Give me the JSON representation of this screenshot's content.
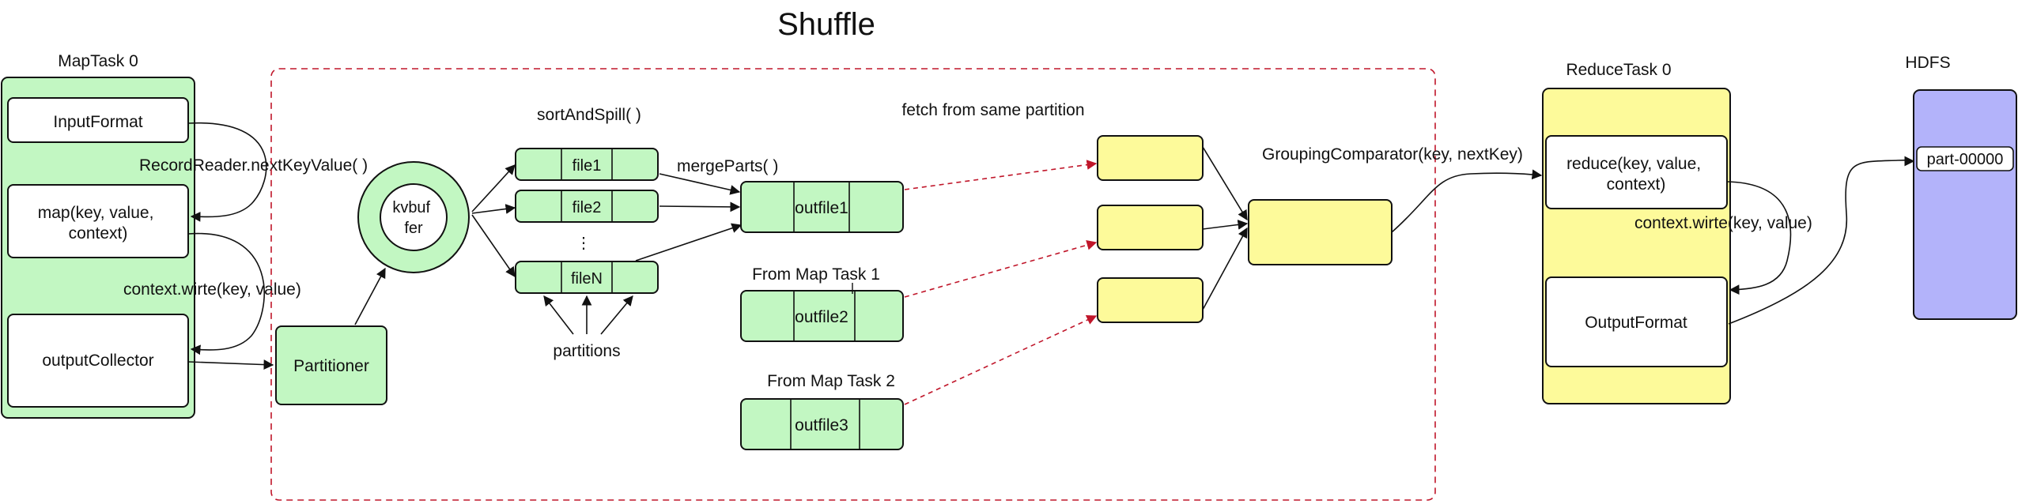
{
  "title": "Shuffle",
  "map_task": {
    "label": "MapTask 0",
    "input_format": "InputFormat",
    "map_func": [
      "map(key, value,",
      "context)"
    ],
    "output_collector": "outputCollector",
    "record_reader_label": "RecordReader.nextKeyValue( )",
    "context_write_label": "context.wirte(key, value)"
  },
  "shuffle": {
    "partitioner": "Partitioner",
    "kvbuffer": [
      "kvbuf",
      "fer"
    ],
    "sort_and_spill": "sortAndSpill( )",
    "spill_files": [
      "file1",
      "file2",
      "fileN"
    ],
    "ellipsis": "⋮",
    "partitions": "partitions",
    "merge_parts": "mergeParts( )",
    "merged_files": [
      "outfile1",
      "outfile2",
      "outfile3"
    ],
    "from_map_task_1": "From Map Task 1",
    "from_map_task_2": "From Map Task 2",
    "fetch_label": "fetch from same partition",
    "grouping_label": "GroupingComparator(key, nextKey)"
  },
  "reduce_task": {
    "label": "ReduceTask 0",
    "reduce_func": [
      "reduce(key, value,",
      "context)"
    ],
    "output_format": "OutputFormat",
    "context_write_label": "context.wirte(key, value)"
  },
  "hdfs": {
    "label": "HDFS",
    "part_file": "part-00000"
  },
  "colors": {
    "green_fill": "#c2f7c2",
    "yellow_fill": "#fdfa9a",
    "hdfs_fill": "#b3b3fa",
    "dashed_red": "#c0162a",
    "stroke": "#111111"
  }
}
